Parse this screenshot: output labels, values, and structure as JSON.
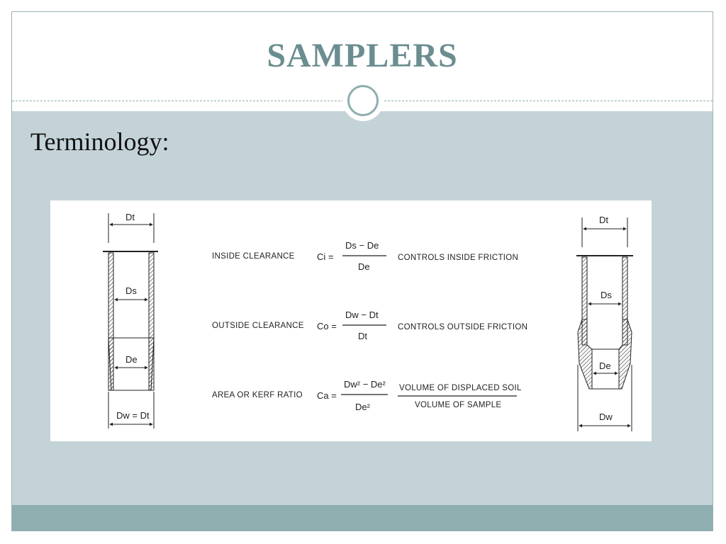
{
  "slide": {
    "title": "SAMPLERS",
    "subtitle": "Terminology:"
  },
  "figure": {
    "left_sampler": {
      "dt_label": "Dt",
      "ds_label": "Ds",
      "de_label": "De",
      "dw_label": "Dw = Dt"
    },
    "right_sampler": {
      "dt_label": "Dt",
      "ds_label": "Ds",
      "de_label": "De",
      "dw_label": "Dw"
    },
    "rows": [
      {
        "term": "INSIDE CLEARANCE",
        "symbol": "Ci =",
        "numerator": "Ds − De",
        "denominator": "De",
        "effect": "CONTROLS INSIDE FRICTION"
      },
      {
        "term": "OUTSIDE CLEARANCE",
        "symbol": "Co =",
        "numerator": "Dw − Dt",
        "denominator": "Dt",
        "effect": "CONTROLS OUTSIDE FRICTION"
      },
      {
        "term": "AREA OR KERF RATIO",
        "symbol": "Ca =",
        "numerator": "Dw² − De²",
        "denominator": "De²",
        "effect_numerator": "VOLUME OF DISPLACED SOIL",
        "effect_denominator": "VOLUME OF SAMPLE"
      }
    ]
  }
}
